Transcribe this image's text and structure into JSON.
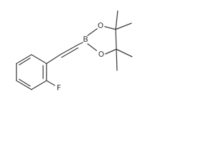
{
  "molecule": {
    "atom_labels": {
      "boron": "B",
      "oxygen_top": "O",
      "oxygen_bottom": "O",
      "fluorine": "F"
    }
  }
}
